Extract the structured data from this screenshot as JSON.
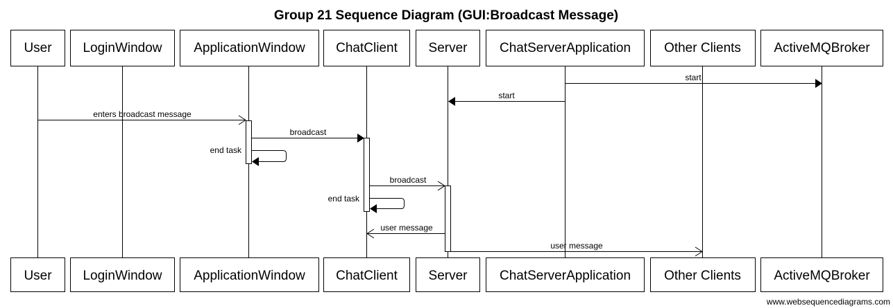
{
  "title": "Group 21 Sequence Diagram (GUI:Broadcast Message)",
  "credit": "www.websequencediagrams.com",
  "participants": [
    {
      "id": "user",
      "name": "User"
    },
    {
      "id": "loginwindow",
      "name": "LoginWindow"
    },
    {
      "id": "applicationwindow",
      "name": "ApplicationWindow"
    },
    {
      "id": "chatclient",
      "name": "ChatClient"
    },
    {
      "id": "server",
      "name": "Server"
    },
    {
      "id": "chatserverapplication",
      "name": "ChatServerApplication"
    },
    {
      "id": "otherclients",
      "name": "Other Clients"
    },
    {
      "id": "activemqbroker",
      "name": "ActiveMQBroker"
    }
  ],
  "messages": [
    {
      "label": "start",
      "from": "ChatServerApplication",
      "to": "ActiveMQBroker",
      "kind": "sync"
    },
    {
      "label": "start",
      "from": "ChatServerApplication",
      "to": "Server",
      "kind": "sync"
    },
    {
      "label": "enters broadcast message",
      "from": "User",
      "to": "ApplicationWindow",
      "kind": "async"
    },
    {
      "label": "broadcast",
      "from": "ApplicationWindow",
      "to": "ChatClient",
      "kind": "sync"
    },
    {
      "label": "end task",
      "from": "ApplicationWindow",
      "to": "ApplicationWindow",
      "kind": "self"
    },
    {
      "label": "broadcast",
      "from": "ChatClient",
      "to": "Server",
      "kind": "async"
    },
    {
      "label": "end task",
      "from": "ChatClient",
      "to": "ChatClient",
      "kind": "self"
    },
    {
      "label": "user message",
      "from": "Server",
      "to": "ChatClient",
      "kind": "async"
    },
    {
      "label": "user message",
      "from": "Server",
      "to": "Other Clients",
      "kind": "async"
    }
  ]
}
